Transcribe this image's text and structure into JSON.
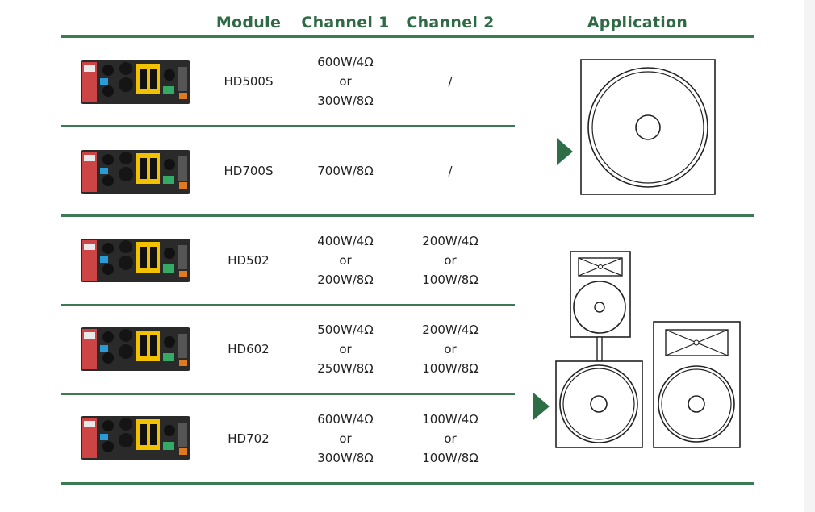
{
  "headers": {
    "module": "Module",
    "channel1": "Channel 1",
    "channel2": "Channel 2",
    "application": "Application"
  },
  "rows": [
    {
      "module": "HD500S",
      "ch1": "600W/4Ω\nor\n300W/8Ω",
      "ch2": "/"
    },
    {
      "module": "HD700S",
      "ch1": "700W/8Ω",
      "ch2": "/"
    },
    {
      "module": "HD502",
      "ch1": "400W/4Ω\nor\n200W/8Ω",
      "ch2": "200W/4Ω\nor\n100W/8Ω"
    },
    {
      "module": "HD602",
      "ch1": "500W/4Ω\nor\n250W/8Ω",
      "ch2": "200W/4Ω\nor\n100W/8Ω"
    },
    {
      "module": "HD702",
      "ch1": "600W/4Ω\nor\n300W/8Ω",
      "ch2": "100W/4Ω\nor\n100W/8Ω"
    }
  ],
  "colors": {
    "accent": "#2e6a44",
    "rule": "#3b7a53"
  },
  "icons": {
    "module_image": "amplifier-module-pcb-icon",
    "subwoofer": "subwoofer-speaker-icon",
    "fullrange": "two-way-speaker-stack-icon",
    "arrow": "play-triangle-icon"
  }
}
